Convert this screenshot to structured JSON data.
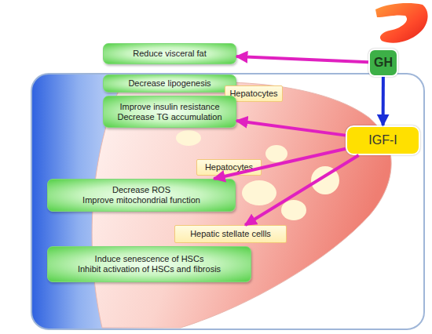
{
  "diagram": {
    "nodes": [
      {
        "text": [
          "Reduce visceral fat"
        ]
      },
      {
        "text": [
          "GH"
        ]
      },
      {
        "text": [
          "Decrease lipogenesis"
        ]
      },
      {
        "text": [
          "Hepatocytes"
        ]
      },
      {
        "text": [
          "Improve insulin resistance",
          "Decrease TG accumulation"
        ]
      },
      {
        "text": [
          "IGF-I"
        ]
      },
      {
        "text": [
          "Hepatocytes"
        ]
      },
      {
        "text": [
          "Decrease ROS",
          "Improve mitochondrial function"
        ]
      },
      {
        "text": [
          "Hepatic stellate cellls"
        ]
      },
      {
        "text": [
          "Induce senescence of HSCs",
          "Inhibit activation of HSCs and fibrosis"
        ]
      }
    ],
    "edges": [
      {
        "from": 1,
        "to": 0,
        "arrow": "to"
      },
      {
        "from": 1,
        "to": 5,
        "arrow": "to"
      },
      {
        "from": 5,
        "to": 4,
        "arrow": "to"
      },
      {
        "from": 5,
        "to": 7,
        "arrow": "to"
      },
      {
        "from": 5,
        "to": 8,
        "arrow": "to"
      }
    ]
  }
}
